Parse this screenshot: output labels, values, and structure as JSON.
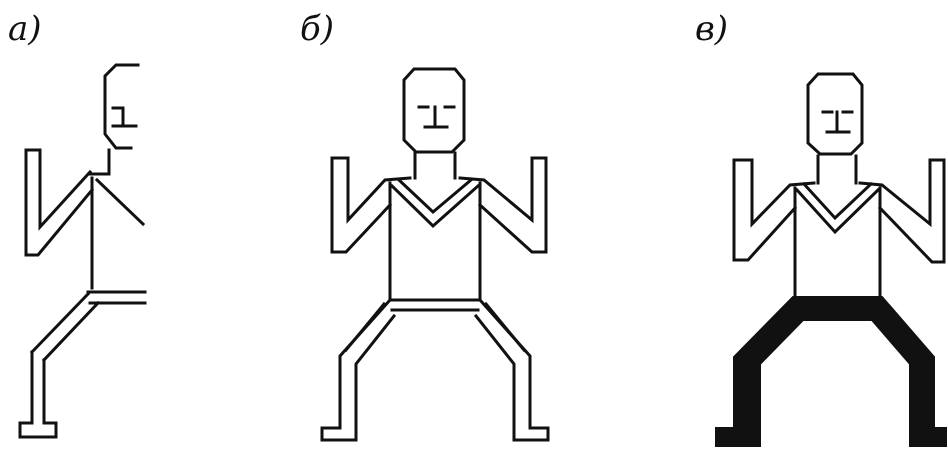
{
  "panels": [
    {
      "label": "a)"
    },
    {
      "label": "б)"
    },
    {
      "label": "в)"
    }
  ]
}
